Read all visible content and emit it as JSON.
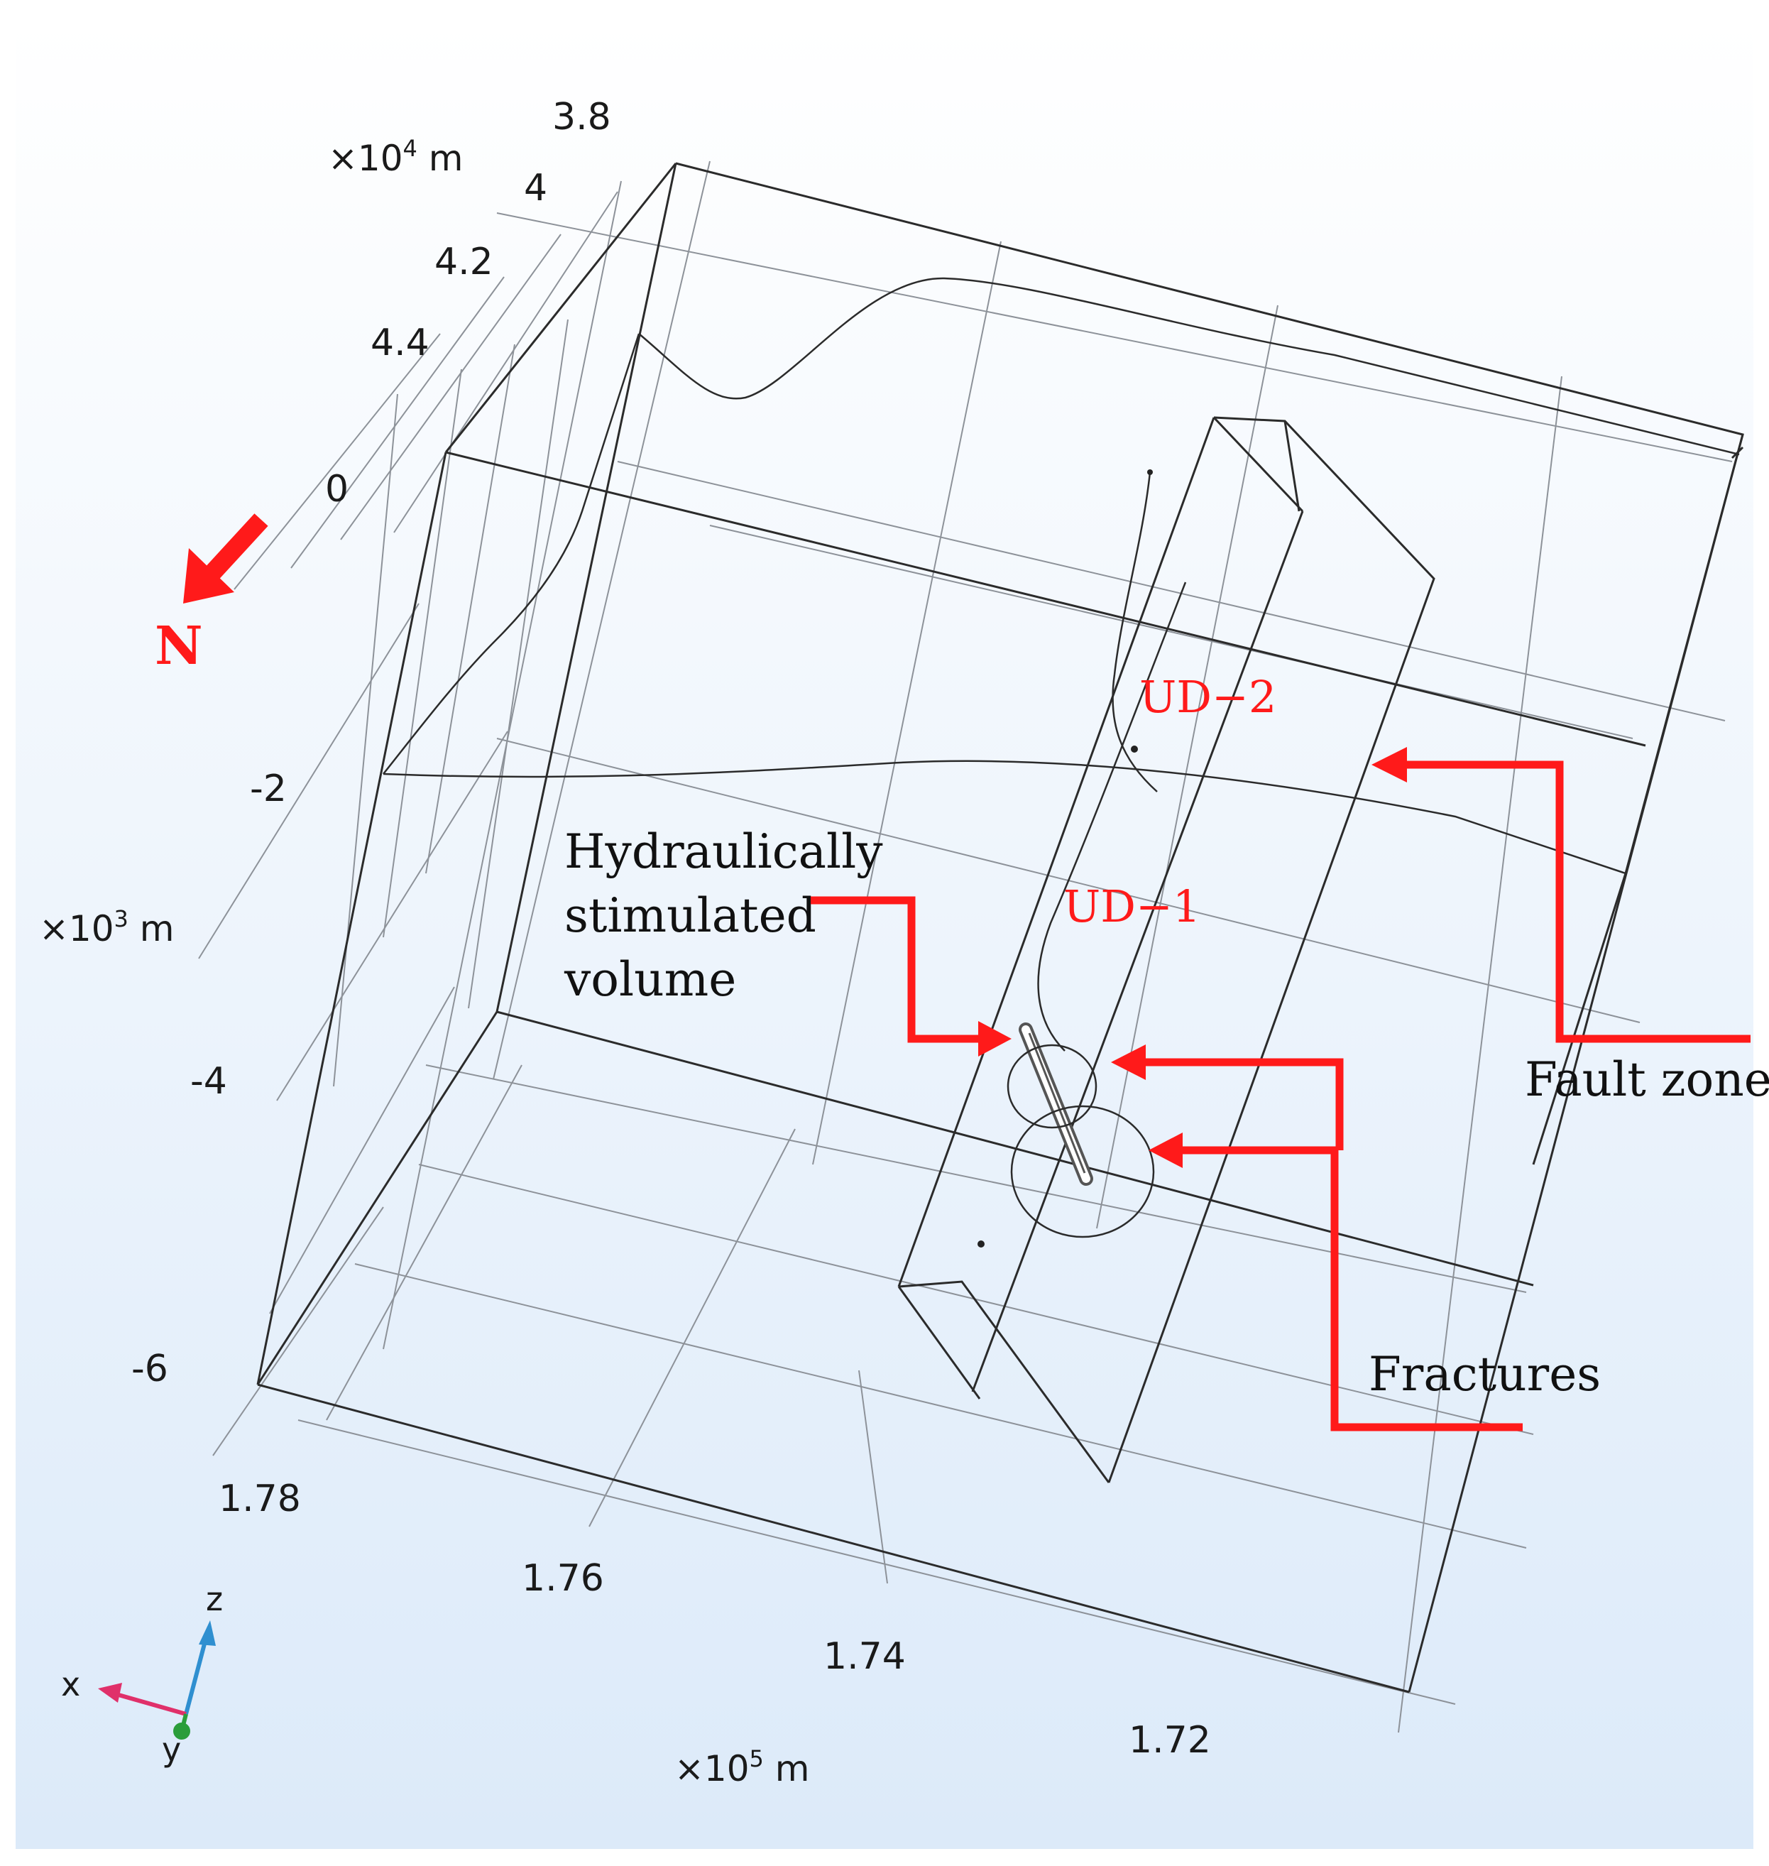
{
  "colors": {
    "background_top": "#ffffff",
    "background_bottom": "#dceaf9",
    "annotation_red": "#ff1a1a",
    "x_axis": "#e0306a",
    "y_axis": "#2a9d3a",
    "z_axis": "#2f8fd0"
  },
  "axes": {
    "top_axis": {
      "unit_base": "×10",
      "unit_exp": "4",
      "unit_suffix": " m",
      "ticks": [
        "3.8",
        "4",
        "4.2",
        "4.4"
      ]
    },
    "vertical_axis": {
      "unit_base": "×10",
      "unit_exp": "3",
      "unit_suffix": " m",
      "ticks": [
        "0",
        "-2",
        "-4",
        "-6"
      ]
    },
    "bottom_axis": {
      "unit_base": "×10",
      "unit_exp": "5",
      "unit_suffix": " m",
      "ticks": [
        "1.78",
        "1.76",
        "1.74",
        "1.72"
      ]
    }
  },
  "north_arrow": {
    "label": "N",
    "icon": "north-arrow-icon"
  },
  "wells": {
    "upper": "UD−2",
    "lower": "UD−1"
  },
  "annotations": {
    "stimulated_volume": [
      "Hydraulically",
      "stimulated",
      "volume"
    ],
    "fault_zone": "Fault zone",
    "fractures": "Fractures"
  },
  "triad": {
    "x": "x",
    "y": "y",
    "z": "z"
  }
}
